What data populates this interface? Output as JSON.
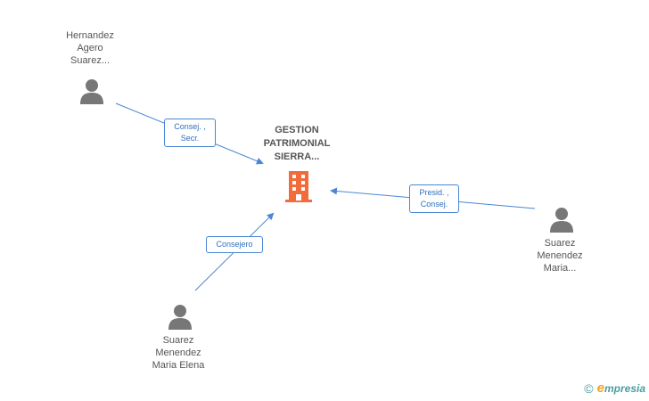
{
  "company": {
    "name_lines": [
      "GESTION",
      "PATRIMONIAL",
      "SIERRA..."
    ],
    "icon": "building-icon",
    "color": "#f26b3a"
  },
  "people": [
    {
      "id": "hernandez",
      "name_lines": [
        "Hernandez",
        "Agero",
        "Suarez..."
      ],
      "icon": "person-icon"
    },
    {
      "id": "suarez-maria-right",
      "name_lines": [
        "Suarez",
        "Menendez",
        "Maria..."
      ],
      "icon": "person-icon"
    },
    {
      "id": "suarez-maria-elena",
      "name_lines": [
        "Suarez",
        "Menendez",
        "Maria Elena"
      ],
      "icon": "person-icon"
    }
  ],
  "relations": [
    {
      "from": "hernandez",
      "label_lines": [
        "Consej. ,",
        "Secr."
      ]
    },
    {
      "from": "suarez-maria-right",
      "label_lines": [
        "Presid. ,",
        "Consej."
      ]
    },
    {
      "from": "suarez-maria-elena",
      "label_lines": [
        "Consejero"
      ]
    }
  ],
  "colors": {
    "edge": "#4a86d4",
    "icon": "#777777",
    "text": "#555555"
  },
  "brand": {
    "copyright": "©",
    "e": "e",
    "name": "mpresia"
  }
}
